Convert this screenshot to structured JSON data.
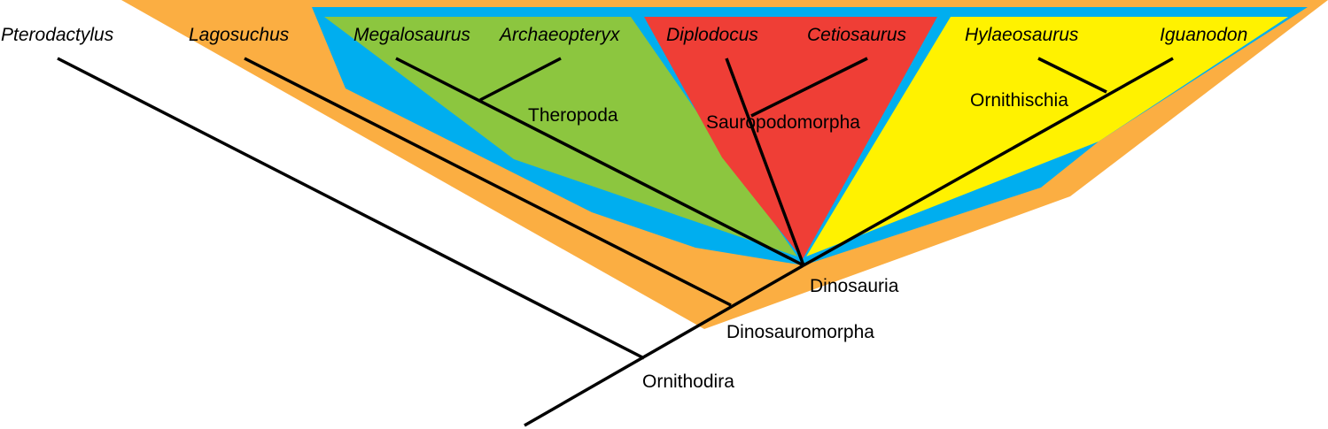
{
  "colors": {
    "dinosauromorpha_region": "#fbae42",
    "dinosauria_region": "#00aeef",
    "theropoda_region": "#8cc63f",
    "sauropodomorpha_region": "#ef3e36",
    "ornithischia_region": "#fff200",
    "branch": "#000000"
  },
  "taxa": {
    "pterodactylus": "Pterodactylus",
    "lagosuchus": "Lagosuchus",
    "megalosaurus": "Megalosaurus",
    "archaeopteryx": "Archaeopteryx",
    "diplodocus": "Diplodocus",
    "cetiosaurus": "Cetiosaurus",
    "hylaeosaurus": "Hylaeosaurus",
    "iguanodon": "Iguanodon"
  },
  "clades": {
    "theropoda": "Theropoda",
    "sauropodomorpha": "Sauropodomorpha",
    "ornithischia": "Ornithischia",
    "dinosauria": "Dinosauria",
    "dinosauromorpha": "Dinosauromorpha",
    "ornithodira": "Ornithodira"
  }
}
